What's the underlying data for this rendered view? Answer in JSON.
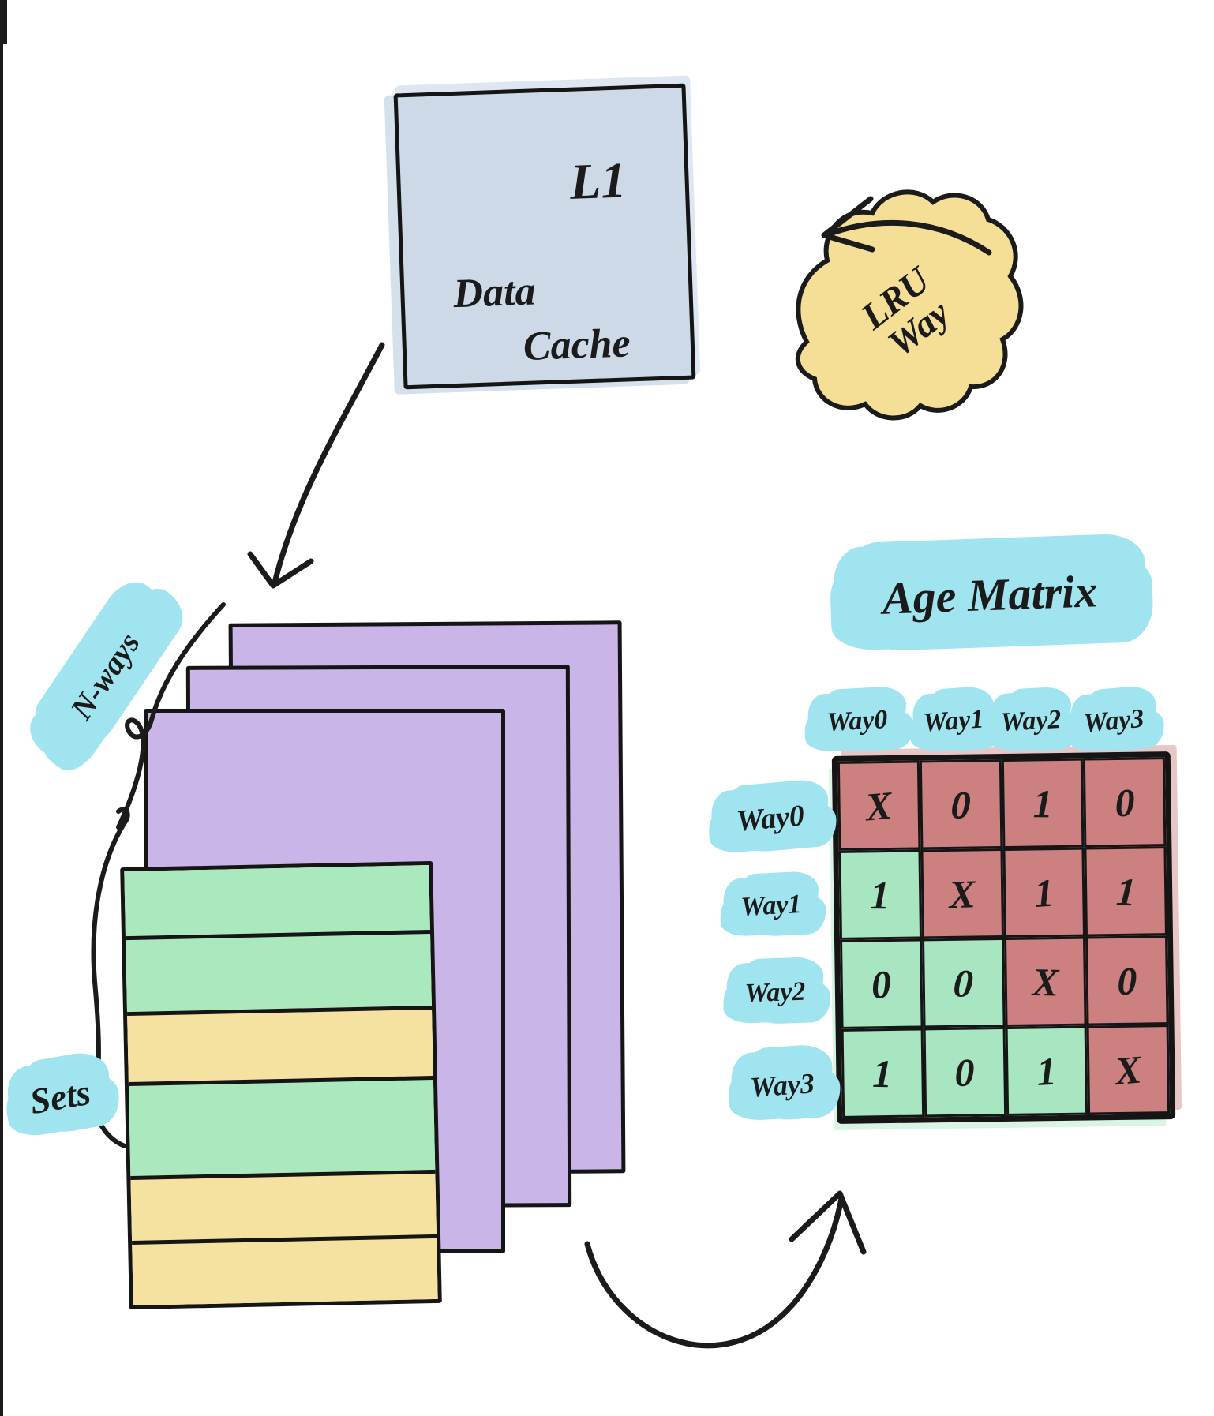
{
  "l1_box": {
    "line1": "L1",
    "line2": "Data",
    "line3": "Cache"
  },
  "lru_cloud": {
    "line1": "LRU",
    "line2": "Way"
  },
  "age_matrix": {
    "title": "Age Matrix",
    "col_headers": [
      "Way0",
      "Way1",
      "Way2",
      "Way3"
    ],
    "row_headers": [
      "Way0",
      "Way1",
      "Way2",
      "Way3"
    ],
    "cells": [
      [
        "X",
        "0",
        "1",
        "0"
      ],
      [
        "1",
        "X",
        "1",
        "1"
      ],
      [
        "0",
        "0",
        "X",
        "0"
      ],
      [
        "1",
        "0",
        "1",
        "X"
      ]
    ],
    "cell_colors": [
      [
        "red",
        "red",
        "red",
        "red"
      ],
      [
        "green",
        "red",
        "red",
        "red"
      ],
      [
        "green",
        "green",
        "red",
        "red"
      ],
      [
        "green",
        "green",
        "green",
        "red"
      ]
    ]
  },
  "cache_stack": {
    "ways_label": "N-ways",
    "sets_label": "Sets",
    "pages": 3,
    "row_stripes": [
      "green",
      "green",
      "yellow",
      "green",
      "yellow",
      "yellow"
    ]
  },
  "colors": {
    "ink": "#1b1b1b",
    "highlight_cyan": "#a0e4f0",
    "cloud_yellow": "#f5df96",
    "box_blue": "#cdd9e6",
    "page_purple": "#c9b5e8",
    "stripe_green": "#a9e9bd",
    "stripe_yellow": "#f5e1a0",
    "cell_red": "#cd8080",
    "cell_green": "#a8e6c1"
  }
}
